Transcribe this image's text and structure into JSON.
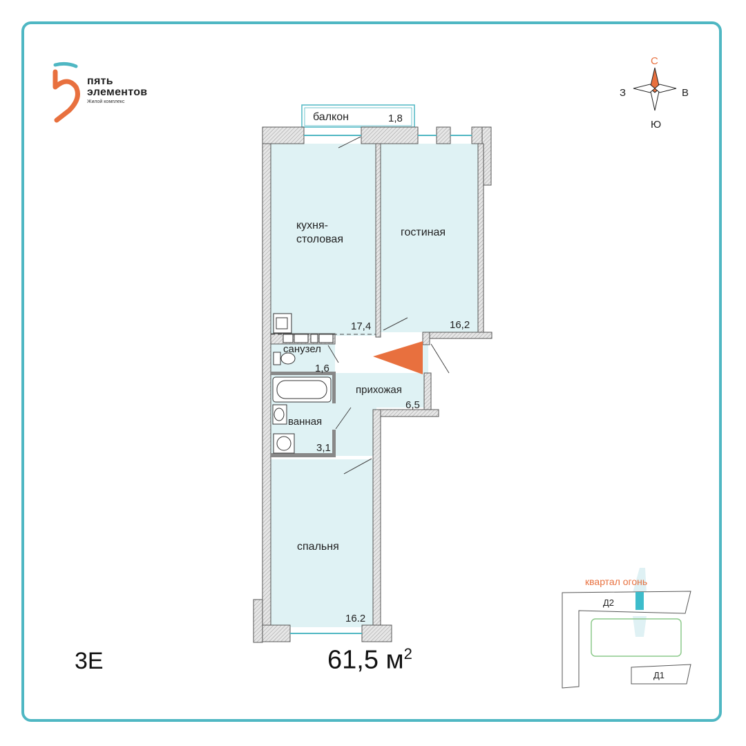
{
  "brand": {
    "line1": "пять",
    "line2": "элементов",
    "line3": "Жилой комплекс"
  },
  "compass": {
    "north": "С",
    "south": "Ю",
    "west": "З",
    "east": "В"
  },
  "rooms": {
    "balcony": {
      "label": "балкон",
      "area": "1,8"
    },
    "kitchen": {
      "label_line1": "кухня-",
      "label_line2": "столовая",
      "area": "17,4"
    },
    "living": {
      "label": "гостиная",
      "area": "16,2"
    },
    "wc": {
      "label": "санузел",
      "area": "1,6"
    },
    "hall": {
      "label": "прихожая",
      "area": "6,5"
    },
    "bath": {
      "label": "ванная",
      "area": "3,1"
    },
    "bedroom": {
      "label": "спальня",
      "area": "16.2"
    }
  },
  "apartment": {
    "code": "3Е",
    "area_value": "61,5 м",
    "area_unit_sup": "2"
  },
  "minimap": {
    "kvartal": "квартал огонь",
    "building1": "Д2",
    "building2": "Д1"
  },
  "colors": {
    "frame": "#4fb7c3",
    "room_fill": "#dff2f4",
    "accent_orange": "#e8703e",
    "wall": "#cfcfcf"
  }
}
